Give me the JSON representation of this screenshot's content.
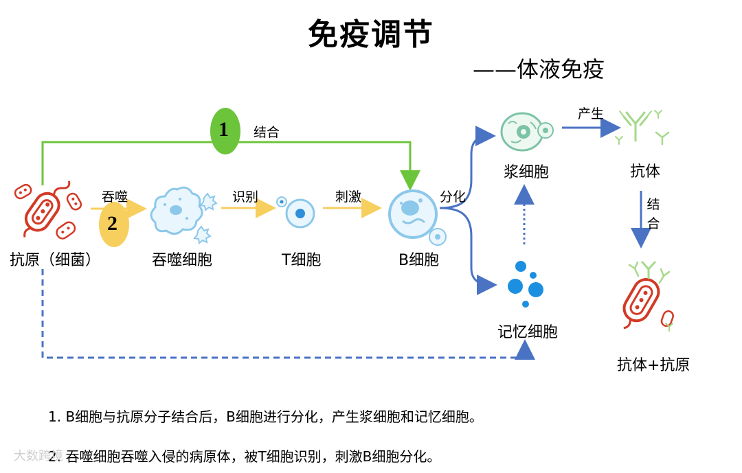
{
  "title": "免疫调节",
  "subtitle": "——体液免疫",
  "nodes": {
    "antigen": "抗原（细菌）",
    "macrophage": "吞噬细胞",
    "t_cell": "T细胞",
    "b_cell": "B细胞",
    "plasma_cell": "浆细胞",
    "memory_cell": "记忆细胞",
    "antibody": "抗体",
    "antibody_antigen": "抗体+抗原"
  },
  "edges": {
    "bind_top": "结合",
    "phagocytose": "吞噬",
    "recognize": "识别",
    "stimulate": "刺激",
    "differentiate": "分化",
    "produce": "产生",
    "bind_vertical": "结合"
  },
  "markers": {
    "one": "1",
    "two": "2"
  },
  "steps": [
    "1.  B细胞与抗原分子结合后，B细胞进行分化，产生浆细胞和记忆细胞。",
    "2.  吞噬细胞吞噬入侵的病原体，被T细胞识别，刺激B细胞分化。"
  ],
  "watermark": "大数跨境",
  "colors": {
    "green": "#6cc43b",
    "yellow": "#f7cf5f",
    "blue": "#4a73c4",
    "cell_blue": "#8cc8ea",
    "nucleus": "#2f8fd8",
    "bacteria": "#d23a25",
    "antibody": "#a6d98a"
  }
}
